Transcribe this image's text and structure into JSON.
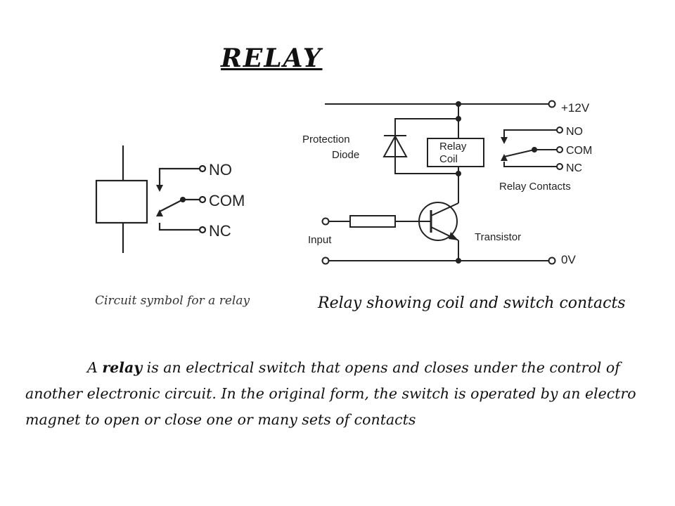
{
  "title": "RELAY",
  "symbol": {
    "caption": "Circuit symbol for a relay",
    "labels": {
      "no": "NO",
      "com": "COM",
      "nc": "NC"
    }
  },
  "circuit": {
    "caption": "Relay showing coil and switch contacts",
    "labels": {
      "supply": "+12V",
      "ground": "0V",
      "protection_line1": "Protection",
      "protection_line2": "Diode",
      "coil_line1": "Relay",
      "coil_line2": "Coil",
      "no": "NO",
      "com": "COM",
      "nc": "NC",
      "relay_contacts": "Relay Contacts",
      "input": "Input",
      "transistor": "Transistor"
    }
  },
  "description": {
    "prefix": "A ",
    "term": "relay",
    "rest": " is an electrical switch that opens and closes under the control of another electronic circuit. In the original form, the switch is operated by an electro magnet to open or close one or many sets of contacts"
  }
}
